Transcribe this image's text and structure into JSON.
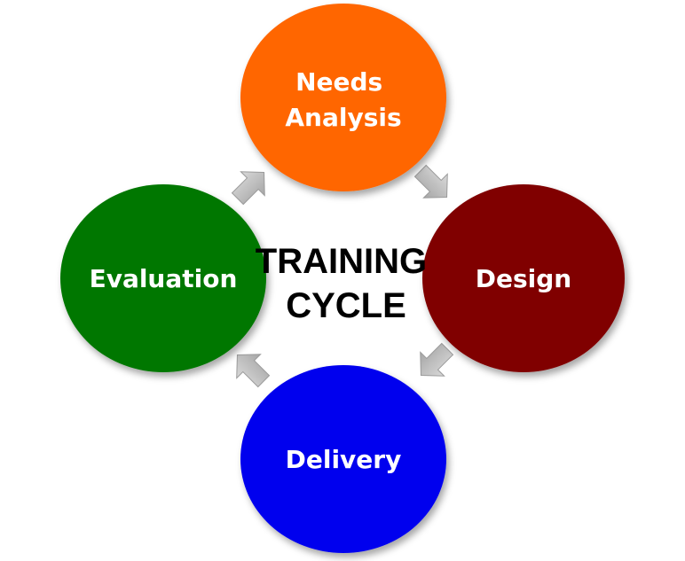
{
  "diagram": {
    "center": {
      "line1": "TRAINING",
      "line2": "CYCLE"
    },
    "nodes": {
      "needs_analysis": {
        "line1": "Needs",
        "line2": "Analysis",
        "color": "#ff6600"
      },
      "design": {
        "label": "Design",
        "color": "#800000"
      },
      "delivery": {
        "label": "Delivery",
        "color": "#0000ee"
      },
      "evaluation": {
        "label": "Evaluation",
        "color": "#007700"
      }
    },
    "arrow_color": "#b3b3b3"
  }
}
